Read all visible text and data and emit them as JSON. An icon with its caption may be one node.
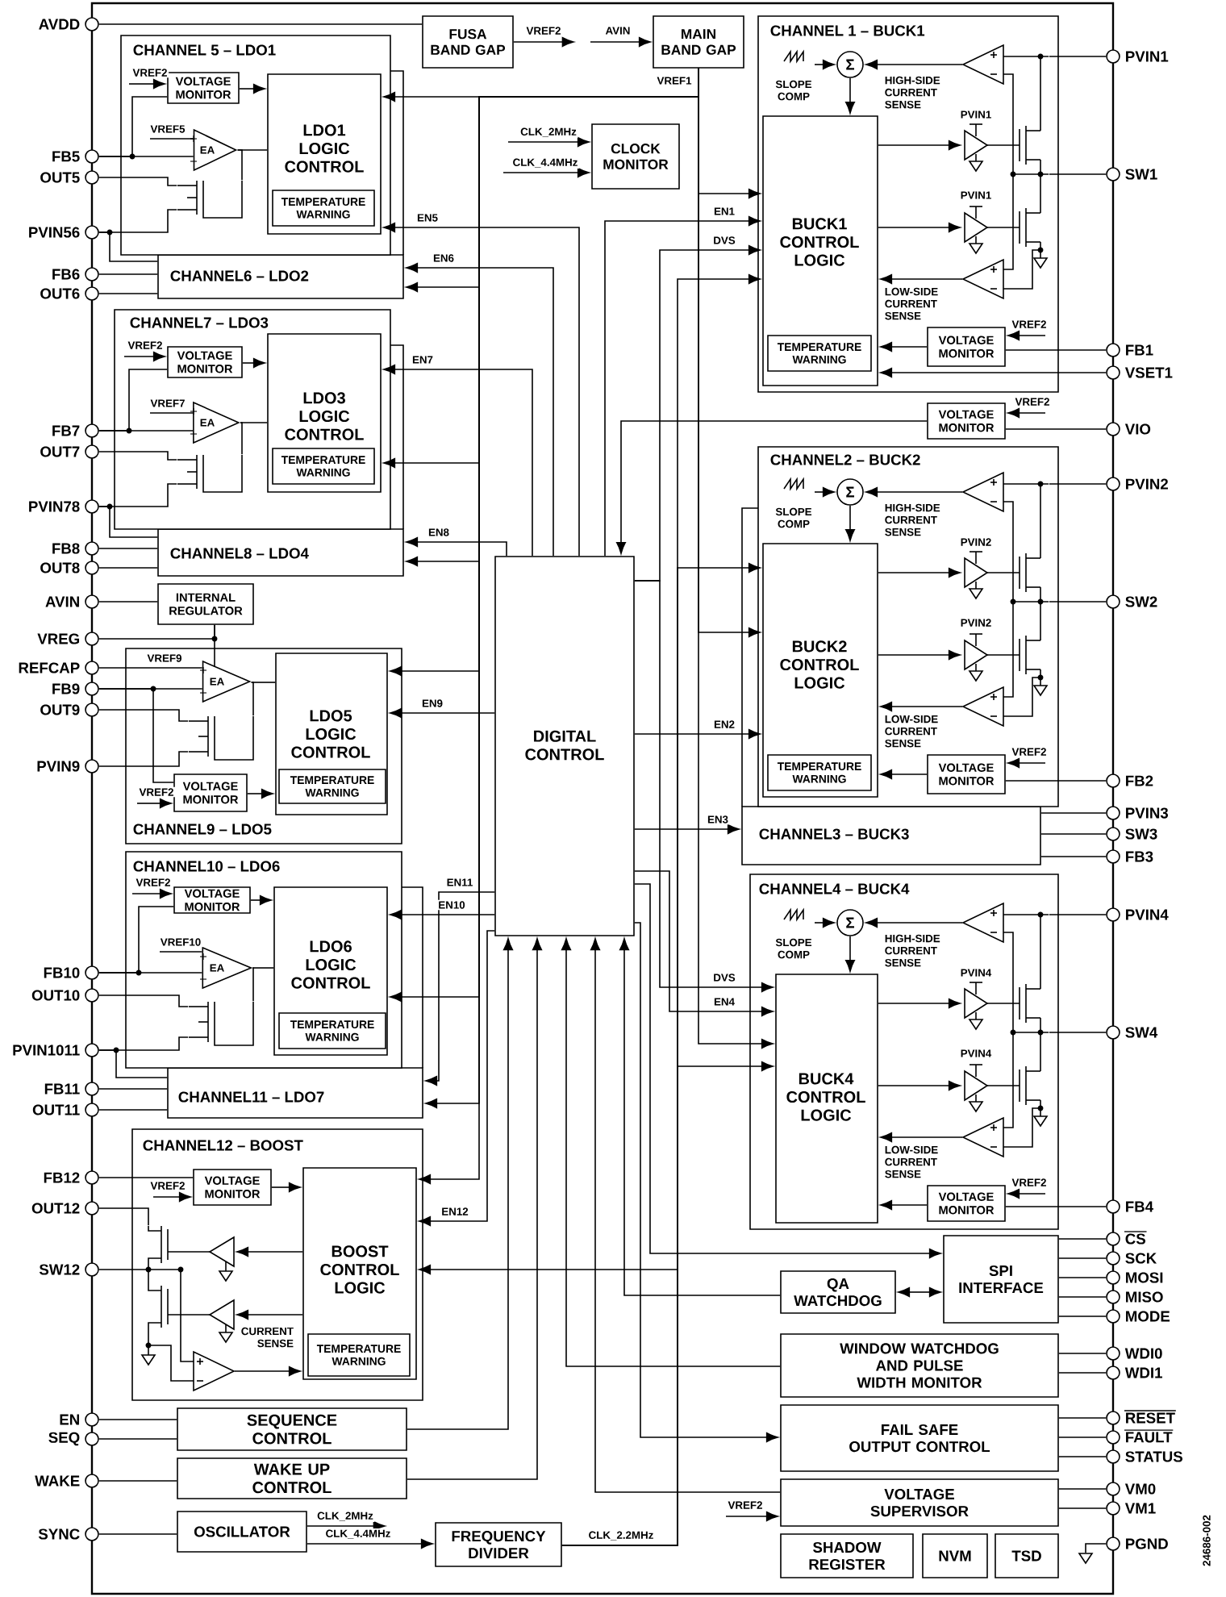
{
  "diagram": {
    "nodes": [
      {
        "text": [
          "FUSA BAND GAP"
        ]
      },
      {
        "text": [
          "MAIN BAND GAP"
        ]
      },
      {
        "text": [
          "CLOCK MONITOR"
        ]
      },
      {
        "text": [
          "CHANNEL6 – LDO2"
        ]
      },
      {
        "text": [
          "CHANNEL 5 – LDO1"
        ]
      },
      {
        "text": [
          "VOLTAGE MONITOR"
        ],
        "in": 4
      },
      {
        "text": [
          "EA"
        ],
        "in": 4
      },
      {
        "text": [
          "LDO1 LOGIC CONTROL"
        ],
        "in": 4
      },
      {
        "text": [
          "TEMPERATURE WARNING"
        ],
        "in": 7
      },
      {
        "text": [
          "CHANNEL8 – LDO4"
        ]
      },
      {
        "text": [
          "CHANNEL7 – LDO3"
        ]
      },
      {
        "text": [
          "VOLTAGE MONITOR"
        ],
        "in": 10
      },
      {
        "text": [
          "EA"
        ],
        "in": 10
      },
      {
        "text": [
          "LDO3 LOGIC CONTROL"
        ],
        "in": 10
      },
      {
        "text": [
          "TEMPERATURE WARNING"
        ],
        "in": 13
      },
      {
        "text": [
          "INTERNAL REGULATOR"
        ]
      },
      {
        "text": [
          "CHANNEL9 – LDO5"
        ]
      },
      {
        "text": [
          "EA"
        ],
        "in": 16
      },
      {
        "text": [
          "LDO5 LOGIC CONTROL"
        ],
        "in": 16
      },
      {
        "text": [
          "TEMPERATURE WARNING"
        ],
        "in": 18
      },
      {
        "text": [
          "VOLTAGE MONITOR"
        ],
        "in": 16
      },
      {
        "text": [
          "CHANNEL11 – LDO7"
        ]
      },
      {
        "text": [
          "CHANNEL10 – LDO6"
        ]
      },
      {
        "text": [
          "VOLTAGE MONITOR"
        ],
        "in": 22
      },
      {
        "text": [
          "EA"
        ],
        "in": 22
      },
      {
        "text": [
          "LDO6 LOGIC CONTROL"
        ],
        "in": 22
      },
      {
        "text": [
          "TEMPERATURE WARNING"
        ],
        "in": 25
      },
      {
        "text": [
          "CHANNEL12 – BOOST"
        ]
      },
      {
        "text": [
          "VOLTAGE MONITOR"
        ],
        "in": 27
      },
      {
        "text": [
          "BOOST CONTROL LOGIC"
        ],
        "in": 27
      },
      {
        "text": [
          "TEMPERATURE WARNING"
        ],
        "in": 29
      },
      {
        "text": [
          "SEQUENCE CONTROL"
        ]
      },
      {
        "text": [
          "WAKE UP CONTROL"
        ]
      },
      {
        "text": [
          "OSCILLATOR"
        ]
      },
      {
        "text": [
          "FREQUENCY DIVIDER"
        ]
      },
      {
        "text": [
          "DIGITAL CONTROL"
        ]
      },
      {
        "text": [
          "CHANNEL 1 – BUCK1"
        ]
      },
      {
        "text": [
          "Σ"
        ],
        "in": 36
      },
      {
        "text": [
          "BUCK1 CONTROL LOGIC"
        ],
        "in": 36
      },
      {
        "text": [
          "TEMPERATURE WARNING"
        ],
        "in": 38
      },
      {
        "text": [
          "VOLTAGE MONITOR"
        ],
        "in": 36
      },
      {
        "text": [
          "VOLTAGE MONITOR"
        ]
      },
      {
        "text": [
          "CHANNEL3 – BUCK3"
        ]
      },
      {
        "text": [
          "CHANNEL2 – BUCK2"
        ]
      },
      {
        "text": [
          "Σ"
        ],
        "in": 43
      },
      {
        "text": [
          "BUCK2 CONTROL LOGIC"
        ],
        "in": 43
      },
      {
        "text": [
          "TEMPERATURE WARNING"
        ],
        "in": 45
      },
      {
        "text": [
          "VOLTAGE MONITOR"
        ],
        "in": 43
      },
      {
        "text": [
          "CHANNEL4 – BUCK4"
        ]
      },
      {
        "text": [
          "Σ"
        ],
        "in": 48
      },
      {
        "text": [
          "BUCK4 CONTROL LOGIC"
        ],
        "in": 48
      },
      {
        "text": [
          "VOLTAGE MONITOR"
        ],
        "in": 48
      },
      {
        "text": [
          "SPI INTERFACE"
        ]
      },
      {
        "text": [
          "QA WATCHDOG"
        ]
      },
      {
        "text": [
          "WINDOW WATCHDOG AND PULSE WIDTH MONITOR"
        ]
      },
      {
        "text": [
          "FAIL SAFE OUTPUT CONTROL"
        ]
      },
      {
        "text": [
          "VOLTAGE SUPERVISOR"
        ]
      },
      {
        "text": [
          "SHADOW REGISTER"
        ]
      },
      {
        "text": [
          "NVM"
        ]
      },
      {
        "text": [
          "TSD"
        ]
      },
      {
        "text": [],
        "shape": "circle",
        "beside": [
          "AVDD"
        ]
      },
      {
        "text": [],
        "shape": "circle",
        "beside": [
          "FB5"
        ]
      },
      {
        "text": [],
        "shape": "circle",
        "beside": [
          "OUT5"
        ]
      },
      {
        "text": [],
        "shape": "circle",
        "beside": [
          "PVIN56"
        ]
      },
      {
        "text": [],
        "shape": "circle",
        "beside": [
          "FB6"
        ]
      },
      {
        "text": [],
        "shape": "circle",
        "beside": [
          "OUT6"
        ]
      },
      {
        "text": [],
        "shape": "circle",
        "beside": [
          "FB7"
        ]
      },
      {
        "text": [],
        "shape": "circle",
        "beside": [
          "OUT7"
        ]
      },
      {
        "text": [],
        "shape": "circle",
        "beside": [
          "PVIN78"
        ]
      },
      {
        "text": [],
        "shape": "circle",
        "beside": [
          "FB8"
        ]
      },
      {
        "text": [],
        "shape": "circle",
        "beside": [
          "OUT8"
        ]
      },
      {
        "text": [],
        "shape": "circle",
        "beside": [
          "AVIN"
        ]
      },
      {
        "text": [],
        "shape": "circle",
        "beside": [
          "VREG"
        ]
      },
      {
        "text": [],
        "shape": "circle",
        "beside": [
          "REFCAP"
        ]
      },
      {
        "text": [],
        "shape": "circle",
        "beside": [
          "FB9"
        ]
      },
      {
        "text": [],
        "shape": "circle",
        "beside": [
          "OUT9"
        ]
      },
      {
        "text": [],
        "shape": "circle",
        "beside": [
          "PVIN9"
        ]
      },
      {
        "text": [],
        "shape": "circle",
        "beside": [
          "FB10"
        ]
      },
      {
        "text": [],
        "shape": "circle",
        "beside": [
          "OUT10"
        ]
      },
      {
        "text": [],
        "shape": "circle",
        "beside": [
          "PVIN1011"
        ]
      },
      {
        "text": [],
        "shape": "circle",
        "beside": [
          "FB11"
        ]
      },
      {
        "text": [],
        "shape": "circle",
        "beside": [
          "OUT11"
        ]
      },
      {
        "text": [],
        "shape": "circle",
        "beside": [
          "FB12"
        ]
      },
      {
        "text": [],
        "shape": "circle",
        "beside": [
          "OUT12"
        ]
      },
      {
        "text": [],
        "shape": "circle",
        "beside": [
          "SW12"
        ]
      },
      {
        "text": [],
        "shape": "circle",
        "beside": [
          "EN"
        ]
      },
      {
        "text": [],
        "shape": "circle",
        "beside": [
          "SEQ"
        ]
      },
      {
        "text": [],
        "shape": "circle",
        "beside": [
          "WAKE"
        ]
      },
      {
        "text": [],
        "shape": "circle",
        "beside": [
          "SYNC"
        ]
      },
      {
        "text": [],
        "shape": "circle",
        "beside": [
          "PVIN1"
        ]
      },
      {
        "text": [],
        "shape": "circle",
        "beside": [
          "SW1"
        ]
      },
      {
        "text": [],
        "shape": "circle",
        "beside": [
          "FB1"
        ]
      },
      {
        "text": [],
        "shape": "circle",
        "beside": [
          "VSET1"
        ]
      },
      {
        "text": [],
        "shape": "circle",
        "beside": [
          "VIO"
        ]
      },
      {
        "text": [],
        "shape": "circle",
        "beside": [
          "PVIN2"
        ]
      },
      {
        "text": [],
        "shape": "circle",
        "beside": [
          "SW2"
        ]
      },
      {
        "text": [],
        "shape": "circle",
        "beside": [
          "FB2"
        ]
      },
      {
        "text": [],
        "shape": "circle",
        "beside": [
          "PVIN3"
        ]
      },
      {
        "text": [],
        "shape": "circle",
        "beside": [
          "SW3"
        ]
      },
      {
        "text": [],
        "shape": "circle",
        "beside": [
          "FB3"
        ]
      },
      {
        "text": [],
        "shape": "circle",
        "beside": [
          "PVIN4"
        ]
      },
      {
        "text": [],
        "shape": "circle",
        "beside": [
          "SW4"
        ]
      },
      {
        "text": [],
        "shape": "circle",
        "beside": [
          "FB4"
        ]
      },
      {
        "text": [],
        "shape": "circle",
        "beside": [
          "CS"
        ]
      },
      {
        "text": [],
        "shape": "circle",
        "beside": [
          "SCK"
        ]
      },
      {
        "text": [],
        "shape": "circle",
        "beside": [
          "MOSI"
        ]
      },
      {
        "text": [],
        "shape": "circle",
        "beside": [
          "MISO"
        ]
      },
      {
        "text": [],
        "shape": "circle",
        "beside": [
          "MODE"
        ]
      },
      {
        "text": [],
        "shape": "circle",
        "beside": [
          "WDI0"
        ]
      },
      {
        "text": [],
        "shape": "circle",
        "beside": [
          "WDI1"
        ]
      },
      {
        "text": [],
        "shape": "circle",
        "beside": [
          "RESET"
        ]
      },
      {
        "text": [],
        "shape": "circle",
        "beside": [
          "FAULT"
        ]
      },
      {
        "text": [],
        "shape": "circle",
        "beside": [
          "STATUS"
        ]
      },
      {
        "text": [],
        "shape": "circle",
        "beside": [
          "VM0"
        ]
      },
      {
        "text": [],
        "shape": "circle",
        "beside": [
          "VM1"
        ]
      },
      {
        "text": [],
        "shape": "circle",
        "beside": [
          "PGND"
        ]
      },
      {
        "text": [],
        "shape": "triangle"
      },
      {
        "text": [],
        "shape": "picture",
        "in": 4
      },
      {
        "text": [],
        "shape": "picture",
        "in": 10
      },
      {
        "text": [],
        "shape": "picture",
        "in": 16
      },
      {
        "text": [],
        "shape": "picture",
        "in": 22
      },
      {
        "text": [],
        "shape": "picture",
        "in": 27
      },
      {
        "text": [],
        "shape": "picture",
        "in": 36
      },
      {
        "text": [],
        "shape": "picture",
        "in": 43
      },
      {
        "text": [],
        "shape": "picture",
        "in": 48
      }
    ],
    "edges": [
      {
        "from": 60,
        "to": 0,
        "arrow": "none"
      },
      {
        "from": 0,
        "to": null,
        "arrow": "to",
        "label": "VREF2"
      },
      {
        "from": null,
        "to": 1,
        "arrow": "to",
        "label": "AVIN"
      },
      {
        "from": null,
        "to": 2,
        "arrow": "to",
        "label": "CLK_2MHz"
      },
      {
        "from": null,
        "to": 2,
        "arrow": "to",
        "label": "CLK_4.4MHz"
      },
      {
        "from": 1,
        "to": 7,
        "arrow": "to",
        "label": "VREF1"
      },
      {
        "from": 1,
        "to": 3,
        "arrow": "to"
      },
      {
        "from": 1,
        "to": 13,
        "arrow": "to"
      },
      {
        "from": 1,
        "to": 9,
        "arrow": "to"
      },
      {
        "from": 1,
        "to": 18,
        "arrow": "to"
      },
      {
        "from": 1,
        "to": 25,
        "arrow": "to"
      },
      {
        "from": 1,
        "to": 21,
        "arrow": "to"
      },
      {
        "from": 1,
        "to": 29,
        "arrow": "to"
      },
      {
        "from": 1,
        "to": 38,
        "arrow": "to"
      },
      {
        "from": 1,
        "to": 45,
        "arrow": "to"
      },
      {
        "from": 1,
        "to": 50,
        "arrow": "to"
      },
      {
        "from": 35,
        "to": 7,
        "arrow": "to",
        "label": "EN5"
      },
      {
        "from": 35,
        "to": 3,
        "arrow": "to",
        "label": "EN6"
      },
      {
        "from": 35,
        "to": 13,
        "arrow": "to",
        "label": "EN7"
      },
      {
        "from": 35,
        "to": 9,
        "arrow": "to",
        "label": "EN8"
      },
      {
        "from": 35,
        "to": 18,
        "arrow": "to",
        "label": "EN9"
      },
      {
        "from": 35,
        "to": 21,
        "arrow": "to",
        "label": "EN11"
      },
      {
        "from": 35,
        "to": 25,
        "arrow": "to",
        "label": "EN10"
      },
      {
        "from": 35,
        "to": 29,
        "arrow": "to",
        "label": "EN12"
      },
      {
        "from": 35,
        "to": 38,
        "arrow": "to",
        "label": "EN1"
      },
      {
        "from": 35,
        "to": 38,
        "arrow": "to",
        "label": "DVS"
      },
      {
        "from": 35,
        "to": 45,
        "arrow": "to",
        "label": "EN2"
      },
      {
        "from": 35,
        "to": 42,
        "arrow": "to",
        "label": "EN3"
      },
      {
        "from": 35,
        "to": 50,
        "arrow": "to",
        "label": "EN4"
      },
      {
        "from": 35,
        "to": 50,
        "arrow": "to",
        "label": "DVS"
      },
      {
        "from": 41,
        "to": 35,
        "arrow": "to"
      },
      {
        "from": 31,
        "to": 35,
        "arrow": "to"
      },
      {
        "from": 32,
        "to": 35,
        "arrow": "to"
      },
      {
        "from": 35,
        "to": 55,
        "arrow": "to"
      },
      {
        "from": 54,
        "to": 35,
        "arrow": "to"
      },
      {
        "from": 56,
        "to": 35,
        "arrow": "to"
      },
      {
        "from": 35,
        "to": 52,
        "arrow": "to"
      },
      {
        "from": 53,
        "to": 35,
        "arrow": "to"
      },
      {
        "from": 53,
        "to": 52,
        "arrow": "both"
      },
      {
        "from": 34,
        "to": 38,
        "arrow": "to",
        "label": "CLK_2.2MHz"
      },
      {
        "from": 34,
        "to": 45,
        "arrow": "to"
      },
      {
        "from": 34,
        "to": 50,
        "arrow": "to"
      },
      {
        "from": 34,
        "to": 29,
        "arrow": "to"
      },
      {
        "from": 33,
        "to": 34,
        "arrow": "to",
        "label": "CLK_4.4MHz"
      },
      {
        "from": 33,
        "to": null,
        "arrow": "to",
        "label": "CLK_2MHz"
      },
      {
        "from": 85,
        "to": 31,
        "arrow": "none"
      },
      {
        "from": 86,
        "to": 31,
        "arrow": "none"
      },
      {
        "from": 87,
        "to": 32,
        "arrow": "none"
      },
      {
        "from": 88,
        "to": 33,
        "arrow": "none"
      },
      {
        "from": 103,
        "to": 52,
        "arrow": "none"
      },
      {
        "from": 104,
        "to": 52,
        "arrow": "none"
      },
      {
        "from": 105,
        "to": 52,
        "arrow": "none"
      },
      {
        "from": 106,
        "to": 52,
        "arrow": "none"
      },
      {
        "from": 107,
        "to": 52,
        "arrow": "none"
      },
      {
        "from": 108,
        "to": 54,
        "arrow": "none"
      },
      {
        "from": 109,
        "to": 54,
        "arrow": "none"
      },
      {
        "from": 110,
        "to": 55,
        "arrow": "none"
      },
      {
        "from": 111,
        "to": 55,
        "arrow": "none"
      },
      {
        "from": 112,
        "to": 55,
        "arrow": "none"
      },
      {
        "from": 113,
        "to": 56,
        "arrow": "none"
      },
      {
        "from": 114,
        "to": 56,
        "arrow": "none"
      },
      {
        "from": null,
        "to": 56,
        "arrow": "to",
        "label": "VREF2"
      },
      {
        "from": 115,
        "to": 116,
        "arrow": "none"
      },
      {
        "from": 89,
        "to": 122,
        "arrow": "none"
      },
      {
        "from": 90,
        "to": 122,
        "arrow": "none"
      },
      {
        "from": 91,
        "to": 40,
        "arrow": "none"
      },
      {
        "from": 92,
        "to": 38,
        "arrow": "to"
      },
      {
        "from": 93,
        "to": 41,
        "arrow": "none"
      },
      {
        "from": null,
        "to": 41,
        "arrow": "to",
        "label": "VREF2"
      },
      {
        "from": 94,
        "to": 123,
        "arrow": "none"
      },
      {
        "from": 95,
        "to": 123,
        "arrow": "none"
      },
      {
        "from": 96,
        "to": 47,
        "arrow": "none"
      },
      {
        "from": 97,
        "to": 42,
        "arrow": "none"
      },
      {
        "from": 98,
        "to": 42,
        "arrow": "none"
      },
      {
        "from": 99,
        "to": 42,
        "arrow": "none"
      },
      {
        "from": 100,
        "to": 124,
        "arrow": "none"
      },
      {
        "from": 101,
        "to": 124,
        "arrow": "none"
      },
      {
        "from": 102,
        "to": 51,
        "arrow": "none"
      },
      {
        "from": null,
        "to": 37,
        "arrow": "to"
      },
      {
        "from": 122,
        "to": 37,
        "arrow": "to"
      },
      {
        "from": 37,
        "to": 38,
        "arrow": "to"
      },
      {
        "from": 122,
        "to": 38,
        "arrow": "to"
      },
      {
        "from": 40,
        "to": 38,
        "arrow": "to"
      },
      {
        "from": null,
        "to": 40,
        "arrow": "to",
        "label": "VREF2"
      },
      {
        "from": null,
        "to": 44,
        "arrow": "to"
      },
      {
        "from": 123,
        "to": 44,
        "arrow": "to"
      },
      {
        "from": 44,
        "to": 45,
        "arrow": "to"
      },
      {
        "from": 123,
        "to": 45,
        "arrow": "to"
      },
      {
        "from": 47,
        "to": 45,
        "arrow": "to"
      },
      {
        "from": null,
        "to": 47,
        "arrow": "to",
        "label": "VREF2"
      },
      {
        "from": null,
        "to": 49,
        "arrow": "to"
      },
      {
        "from": 124,
        "to": 49,
        "arrow": "to"
      },
      {
        "from": 49,
        "to": 50,
        "arrow": "to"
      },
      {
        "from": 124,
        "to": 50,
        "arrow": "to"
      },
      {
        "from": 51,
        "to": 50,
        "arrow": "to"
      },
      {
        "from": null,
        "to": 51,
        "arrow": "to",
        "label": "VREF2"
      },
      {
        "from": 61,
        "to": 6,
        "arrow": "none"
      },
      {
        "from": 61,
        "to": 5,
        "arrow": "none"
      },
      {
        "from": null,
        "to": 5,
        "arrow": "to",
        "label": "VREF2"
      },
      {
        "from": null,
        "to": 6,
        "arrow": "none",
        "label": "VREF5"
      },
      {
        "from": 6,
        "to": 7,
        "arrow": "none"
      },
      {
        "from": 5,
        "to": 7,
        "arrow": "to"
      },
      {
        "from": 62,
        "to": 117,
        "arrow": "none"
      },
      {
        "from": 63,
        "to": 117,
        "arrow": "none"
      },
      {
        "from": 63,
        "to": 3,
        "arrow": "none"
      },
      {
        "from": 64,
        "to": 3,
        "arrow": "none"
      },
      {
        "from": 65,
        "to": 3,
        "arrow": "none"
      },
      {
        "from": 66,
        "to": 12,
        "arrow": "none"
      },
      {
        "from": 66,
        "to": 11,
        "arrow": "none"
      },
      {
        "from": null,
        "to": 11,
        "arrow": "to",
        "label": "VREF2"
      },
      {
        "from": null,
        "to": 12,
        "arrow": "none",
        "label": "VREF7"
      },
      {
        "from": 12,
        "to": 13,
        "arrow": "none"
      },
      {
        "from": 11,
        "to": 13,
        "arrow": "to"
      },
      {
        "from": 67,
        "to": 118,
        "arrow": "none"
      },
      {
        "from": 68,
        "to": 118,
        "arrow": "none"
      },
      {
        "from": 68,
        "to": 9,
        "arrow": "none"
      },
      {
        "from": 69,
        "to": 9,
        "arrow": "none"
      },
      {
        "from": 70,
        "to": 9,
        "arrow": "none"
      },
      {
        "from": 71,
        "to": 15,
        "arrow": "none"
      },
      {
        "from": 15,
        "to": 72,
        "arrow": "none"
      },
      {
        "from": 15,
        "to": 17,
        "arrow": "none"
      },
      {
        "from": 73,
        "to": 17,
        "arrow": "none",
        "label": "VREF9"
      },
      {
        "from": 74,
        "to": 17,
        "arrow": "none"
      },
      {
        "from": 74,
        "to": 20,
        "arrow": "none"
      },
      {
        "from": null,
        "to": 20,
        "arrow": "to",
        "label": "VREF2"
      },
      {
        "from": 17,
        "to": 18,
        "arrow": "none"
      },
      {
        "from": 20,
        "to": 18,
        "arrow": "to"
      },
      {
        "from": 75,
        "to": 119,
        "arrow": "none"
      },
      {
        "from": 76,
        "to": 119,
        "arrow": "none"
      },
      {
        "from": 77,
        "to": 24,
        "arrow": "none"
      },
      {
        "from": 77,
        "to": 23,
        "arrow": "none"
      },
      {
        "from": null,
        "to": 23,
        "arrow": "to",
        "label": "VREF2"
      },
      {
        "from": null,
        "to": 24,
        "arrow": "none",
        "label": "VREF10"
      },
      {
        "from": 24,
        "to": 25,
        "arrow": "none"
      },
      {
        "from": 23,
        "to": 25,
        "arrow": "to"
      },
      {
        "from": 78,
        "to": 120,
        "arrow": "none"
      },
      {
        "from": 79,
        "to": 120,
        "arrow": "none"
      },
      {
        "from": 79,
        "to": 21,
        "arrow": "none"
      },
      {
        "from": 80,
        "to": 21,
        "arrow": "none"
      },
      {
        "from": 81,
        "to": 21,
        "arrow": "none"
      },
      {
        "from": 82,
        "to": 28,
        "arrow": "none"
      },
      {
        "from": null,
        "to": 28,
        "arrow": "to",
        "label": "VREF2"
      },
      {
        "from": 28,
        "to": 29,
        "arrow": "to"
      },
      {
        "from": 83,
        "to": 121,
        "arrow": "none"
      },
      {
        "from": 84,
        "to": 121,
        "arrow": "none"
      },
      {
        "from": 121,
        "to": 29,
        "arrow": "to"
      },
      {
        "from": 38,
        "to": 122,
        "arrow": "to"
      },
      {
        "from": 38,
        "to": 122,
        "arrow": "to"
      },
      {
        "from": 45,
        "to": 123,
        "arrow": "to"
      },
      {
        "from": 45,
        "to": 123,
        "arrow": "to"
      },
      {
        "from": 50,
        "to": 124,
        "arrow": "to"
      },
      {
        "from": 50,
        "to": 124,
        "arrow": "to"
      },
      {
        "from": 29,
        "to": 121,
        "arrow": "to"
      },
      {
        "from": 29,
        "to": 121,
        "arrow": "to"
      },
      {
        "from": 6,
        "to": 117,
        "arrow": "none"
      },
      {
        "from": 12,
        "to": 118,
        "arrow": "none"
      },
      {
        "from": 17,
        "to": 119,
        "arrow": "none"
      },
      {
        "from": 24,
        "to": 120,
        "arrow": "none"
      }
    ],
    "labels": [
      "SLOPE COMP",
      "HIGH-SIDE CURRENT SENSE",
      "PVIN1",
      "PVIN1",
      "LOW-SIDE CURRENT SENSE",
      "SLOPE COMP",
      "HIGH-SIDE CURRENT SENSE",
      "PVIN2",
      "PVIN2",
      "LOW-SIDE CURRENT SENSE",
      "SLOPE COMP",
      "HIGH-SIDE CURRENT SENSE",
      "PVIN4",
      "PVIN4",
      "LOW-SIDE CURRENT SENSE",
      "CURRENT SENSE",
      "24686-002"
    ]
  }
}
